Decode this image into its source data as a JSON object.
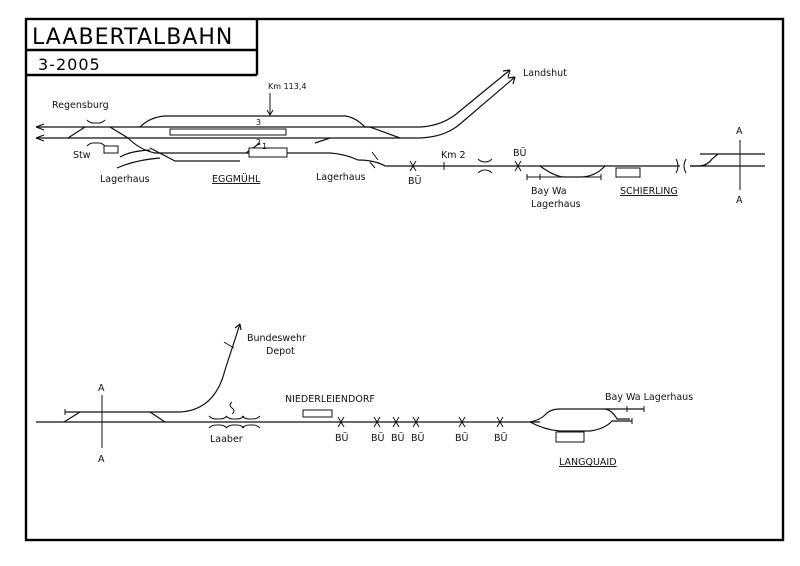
{
  "title": "LAABERTALBAHN",
  "date": "3-2005",
  "top_section": {
    "labels": {
      "regensburg": "Regensburg",
      "stw": "Stw",
      "lagerhaus_left": "Lagerhaus",
      "eggmuehl": "EGGMÜHL",
      "km_1134": "Km 113,4",
      "track_3": "3",
      "track_2": "2",
      "track_1": "1",
      "lagerhaus_right": "Lagerhaus",
      "landshut": "Landshut",
      "bue_1": "BÜ",
      "km_2": "Km 2",
      "bue_2": "BÜ",
      "baywa_lagerhaus_line1": "Bay Wa",
      "baywa_lagerhaus_line2": "Lagerhaus",
      "schierling": "SCHIERLING",
      "cut_a_top": "A",
      "cut_a_bottom": "A"
    }
  },
  "bottom_section": {
    "labels": {
      "cut_a_top": "A",
      "cut_a_bottom": "A",
      "bundeswehr_line1": "Bundeswehr",
      "bundeswehr_line2": "Depot",
      "laaber": "Laaber",
      "niederleiendorf": "NIEDERLEIENDORF",
      "bue": [
        "BÜ",
        "BÜ",
        "BÜ",
        "BÜ",
        "BÜ",
        "BÜ"
      ],
      "baywa_lagerhaus": "Bay Wa Lagerhaus",
      "langquaid": "LANGQUAID"
    }
  }
}
